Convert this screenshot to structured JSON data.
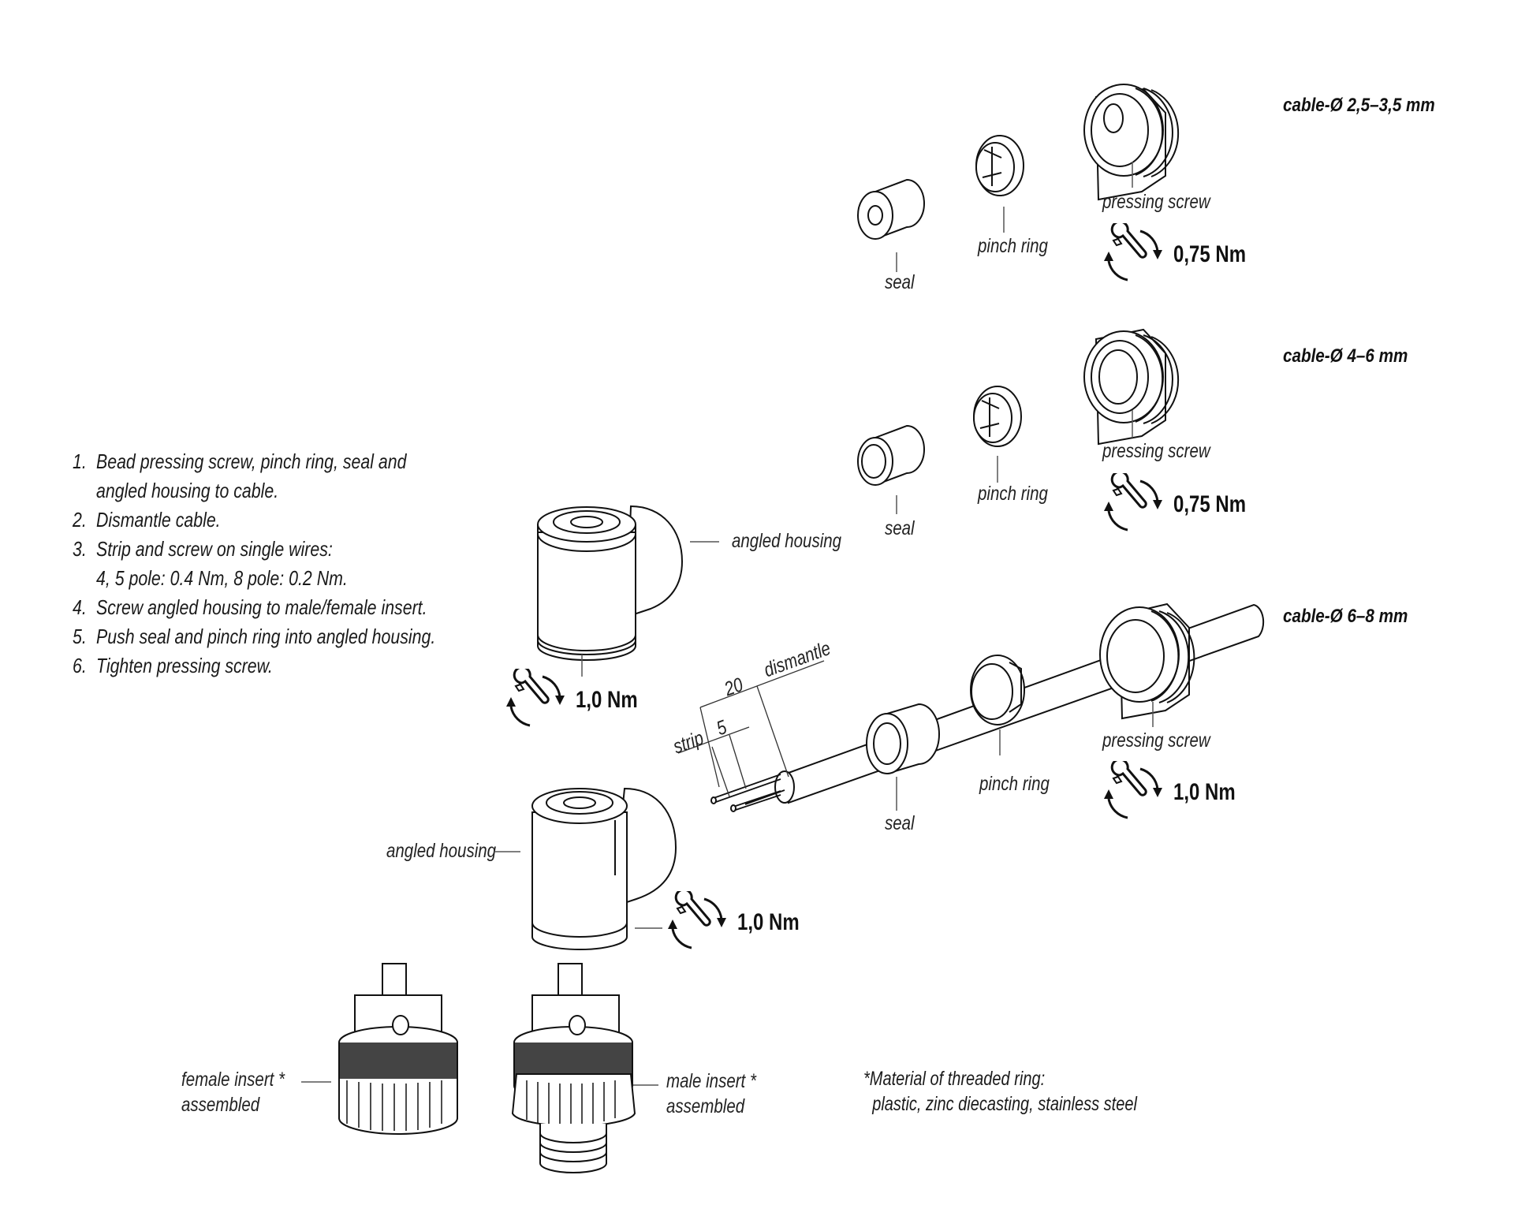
{
  "instructions": {
    "steps": [
      {
        "num": "1.",
        "lines": [
          "Bead pressing screw, pinch ring, seal and",
          "angled housing to cable."
        ]
      },
      {
        "num": "2.",
        "lines": [
          "Dismantle cable."
        ]
      },
      {
        "num": "3.",
        "lines": [
          "Strip and screw on single wires:",
          "4, 5 pole: 0.4 Nm, 8 pole: 0.2 Nm."
        ]
      },
      {
        "num": "4.",
        "lines": [
          "Screw angled housing to male/female insert."
        ]
      },
      {
        "num": "5.",
        "lines": [
          "Push seal and pinch ring into angled housing."
        ]
      },
      {
        "num": "6.",
        "lines": [
          "Tighten pressing screw."
        ]
      }
    ]
  },
  "cable_groups": [
    {
      "heading": "cable-Ø 2,5–3,5 mm",
      "seal_label": "seal",
      "pinch_ring_label": "pinch ring",
      "pressing_screw_label": "pressing screw",
      "torque": "0,75 Nm",
      "torque_icon": "wrench-rotate-icon"
    },
    {
      "heading": "cable-Ø 4–6 mm",
      "seal_label": "seal",
      "pinch_ring_label": "pinch ring",
      "pressing_screw_label": "pressing screw",
      "torque": "0,75 Nm",
      "torque_icon": "wrench-rotate-icon"
    },
    {
      "heading": "cable-Ø 6–8 mm",
      "seal_label": "seal",
      "pinch_ring_label": "pinch ring",
      "pressing_screw_label": "pressing screw",
      "torque": "1,0 Nm",
      "torque_icon": "wrench-rotate-icon"
    }
  ],
  "dimensions": {
    "dismantle_label": "dismantle",
    "dismantle_value": "20",
    "strip_label": "strip",
    "strip_value": "5"
  },
  "housing_top": {
    "label": "angled housing",
    "torque": "1,0 Nm"
  },
  "housing_bottom": {
    "label": "angled housing",
    "torque": "1,0 Nm"
  },
  "inserts": {
    "female_label_1": "female insert *",
    "female_label_2": "assembled",
    "male_label_1": "male insert *",
    "male_label_2": "assembled"
  },
  "footnote": {
    "line1": "*Material of threaded ring:",
    "line2": "plastic, zinc diecasting, stainless steel"
  }
}
